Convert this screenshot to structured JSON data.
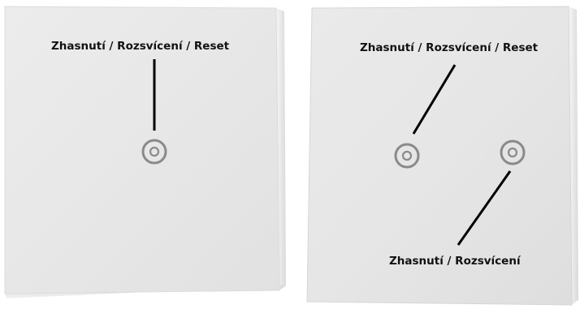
{
  "panels": [
    {
      "id": "single-gang",
      "buttons": [
        {
          "label": "Zhasnutí / Rozsvícení / Reset"
        }
      ]
    },
    {
      "id": "double-gang",
      "buttons": [
        {
          "label": "Zhasnutí / Rozsvícení / Reset"
        },
        {
          "label": "Zhasnutí / Rozsvícení"
        }
      ]
    }
  ],
  "colors": {
    "panel_face": "#e6e6e6",
    "panel_edge": "#f4f4f4",
    "button_ring": "#8a8a8a",
    "leader_line": "#000000",
    "label_text": "#111111"
  }
}
